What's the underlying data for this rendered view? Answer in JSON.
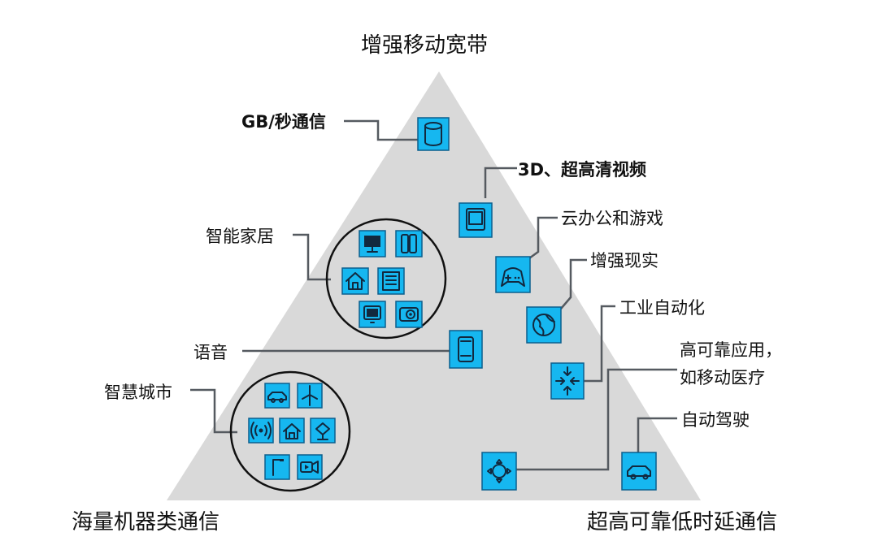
{
  "corners": {
    "top": "增强移动宽带",
    "left": "海量机器类通信",
    "right": "超高可靠低时延通信"
  },
  "labels": {
    "gb": "GB/秒通信",
    "video": "3D、超高清视频",
    "cloud": "云办公和游戏",
    "ar": "增强现实",
    "industry": "工业自动化",
    "medical_line1": "高可靠应用，",
    "medical_line2": "如移动医疗",
    "autodrive": "自动驾驶",
    "smarthome": "智能家居",
    "voice": "语音",
    "smartcity": "智慧城市"
  },
  "icons": {
    "gb": "database-icon",
    "video": "tablet-icon",
    "cloud": "gamepad-icon",
    "ar": "globe-icon",
    "industry": "arrows-inward-icon",
    "medical": "compass-arrows-icon",
    "autodrive": "car-icon",
    "voice": "phone-icon",
    "smarthome": [
      "monitor-icon",
      "double-door-icon",
      "home-icon",
      "building-icon",
      "tv-icon",
      "camera-icon"
    ],
    "smartcity": [
      "car-icon",
      "wind-turbine-icon",
      "signal-icon",
      "home-icon",
      "drone-icon",
      "street-lamp-icon",
      "video-camera-icon"
    ]
  },
  "colors": {
    "triangle": "#d9d9d9",
    "tile": "#16b7f0",
    "leader": "#555a60",
    "text": "#111111"
  }
}
